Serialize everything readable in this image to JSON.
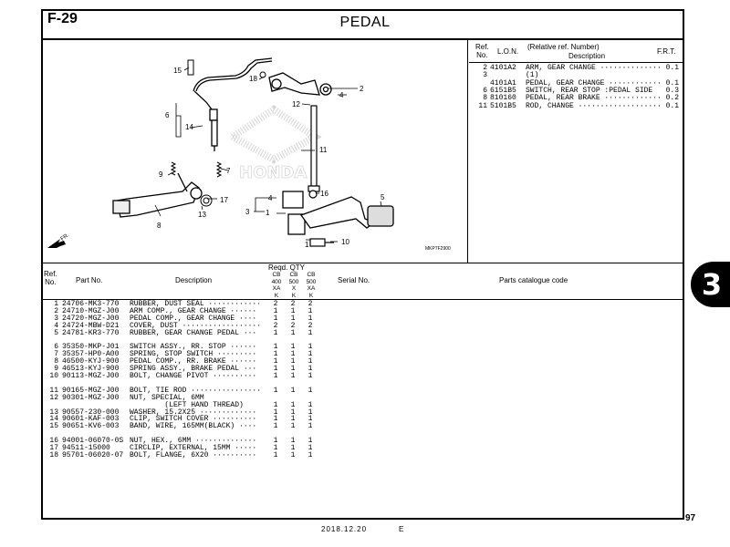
{
  "figure_id": "F-29",
  "title": "PEDAL",
  "drawing_code": "MKP7F2900",
  "fr_label": "FR.",
  "brand_watermark": "HONDA",
  "callouts": [
    "1",
    "2",
    "3",
    "4",
    "5",
    "6",
    "7",
    "8",
    "9",
    "10",
    "11",
    "12",
    "13",
    "14",
    "15",
    "16",
    "17",
    "18"
  ],
  "ref_table": {
    "headers": {
      "ref_no": "Ref.\nNo.",
      "lon": "L.O.N.",
      "desc_top": "(Relative ref. Number)",
      "desc": "Description",
      "frt": "F.R.T."
    },
    "rows": [
      {
        "ref": "2",
        "lon": "4101A2",
        "desc": "ARM, GEAR CHANGE ··············",
        "frt": "0.1"
      },
      {
        "ref": "3",
        "lon": "",
        "desc": "(1)",
        "frt": ""
      },
      {
        "ref": "",
        "lon": "4101A1",
        "desc": "PEDAL, GEAR CHANGE ············",
        "frt": "0.1"
      },
      {
        "ref": "6",
        "lon": "6151B5",
        "desc": "SWITCH, REAR STOP :PEDAL SIDE",
        "frt": "0.3"
      },
      {
        "ref": "8",
        "lon": "810160",
        "desc": "PEDAL, REAR BRAKE ·············",
        "frt": "0.2"
      },
      {
        "ref": "11",
        "lon": "5101B5",
        "desc": "ROD, CHANGE ···················",
        "frt": "0.1"
      }
    ]
  },
  "parts_table": {
    "headers": {
      "ref_no": "Ref.\nNo.",
      "part_no": "Part No.",
      "description": "Description",
      "reqd_qty": "Reqd. QTY",
      "models": [
        [
          "CB",
          "400",
          "XA",
          "K"
        ],
        [
          "CB",
          "500",
          "X",
          "K"
        ],
        [
          "CB",
          "500",
          "XA",
          "K"
        ]
      ],
      "serial_no": "Serial No.",
      "catalogue_code": "Parts catalogue code"
    },
    "groups": [
      [
        {
          "ref": "1",
          "part": "24706-MK3-770",
          "desc": "RUBBER, DUST SEAL ············",
          "q": [
            "2",
            "2",
            "2"
          ]
        },
        {
          "ref": "2",
          "part": "24710-MGZ-J00",
          "desc": "ARM COMP., GEAR CHANGE ······",
          "q": [
            "1",
            "1",
            "1"
          ]
        },
        {
          "ref": "3",
          "part": "24720-MGZ-J00",
          "desc": "PEDAL COMP., GEAR CHANGE ····",
          "q": [
            "1",
            "1",
            "1"
          ]
        },
        {
          "ref": "4",
          "part": "24724-MBW-D21",
          "desc": "COVER, DUST ··················",
          "q": [
            "2",
            "2",
            "2"
          ]
        },
        {
          "ref": "5",
          "part": "24781-KR3-770",
          "desc": "RUBBER, GEAR CHANGE PEDAL ···",
          "q": [
            "1",
            "1",
            "1"
          ]
        }
      ],
      [
        {
          "ref": "6",
          "part": "35350-MKP-J01",
          "desc": "SWITCH ASSY., RR. STOP ······",
          "q": [
            "1",
            "1",
            "1"
          ]
        },
        {
          "ref": "7",
          "part": "35357-HP0-A00",
          "desc": "SPRING, STOP SWITCH ·········",
          "q": [
            "1",
            "1",
            "1"
          ]
        },
        {
          "ref": "8",
          "part": "46500-KYJ-900",
          "desc": "PEDAL COMP., RR. BRAKE ······",
          "q": [
            "1",
            "1",
            "1"
          ]
        },
        {
          "ref": "9",
          "part": "46513-KYJ-900",
          "desc": "SPRING ASSY., BRAKE PEDAL ···",
          "q": [
            "1",
            "1",
            "1"
          ]
        },
        {
          "ref": "10",
          "part": "90113-MGZ-J00",
          "desc": "BOLT, CHANGE PIVOT ··········",
          "q": [
            "1",
            "1",
            "1"
          ]
        }
      ],
      [
        {
          "ref": "11",
          "part": "90165-MGZ-J00",
          "desc": "BOLT, TIE ROD ················",
          "q": [
            "1",
            "1",
            "1"
          ]
        },
        {
          "ref": "12",
          "part": "90301-MGZ-J00",
          "desc": "NUT, SPECIAL, 6MM",
          "q": [
            "",
            "",
            ""
          ]
        },
        {
          "ref": "",
          "part": "",
          "desc": "        (LEFT HAND THREAD)",
          "q": [
            "1",
            "1",
            "1"
          ]
        },
        {
          "ref": "13",
          "part": "90557-230-000",
          "desc": "WASHER, 15.2X25 ·············",
          "q": [
            "1",
            "1",
            "1"
          ]
        },
        {
          "ref": "14",
          "part": "90601-KAF-003",
          "desc": "CLIP, SWITCH COVER ··········",
          "q": [
            "1",
            "1",
            "1"
          ]
        },
        {
          "ref": "15",
          "part": "90651-KV6-003",
          "desc": "BAND, WIRE, 165MM(BLACK) ····",
          "q": [
            "1",
            "1",
            "1"
          ]
        }
      ],
      [
        {
          "ref": "16",
          "part": "94001-06070-0S",
          "desc": "NUT, HEX., 6MM ··············",
          "q": [
            "1",
            "1",
            "1"
          ]
        },
        {
          "ref": "17",
          "part": "94511-15000",
          "desc": "CIRCLIP, EXTERNAL, 15MM ·····",
          "q": [
            "1",
            "1",
            "1"
          ]
        },
        {
          "ref": "18",
          "part": "95701-06020-07",
          "desc": "BOLT, FLANGE, 6X20 ··········",
          "q": [
            "1",
            "1",
            "1"
          ]
        }
      ]
    ]
  },
  "section_tab": "3",
  "page_number": "97",
  "date": "2018.12.20",
  "edition": "E"
}
